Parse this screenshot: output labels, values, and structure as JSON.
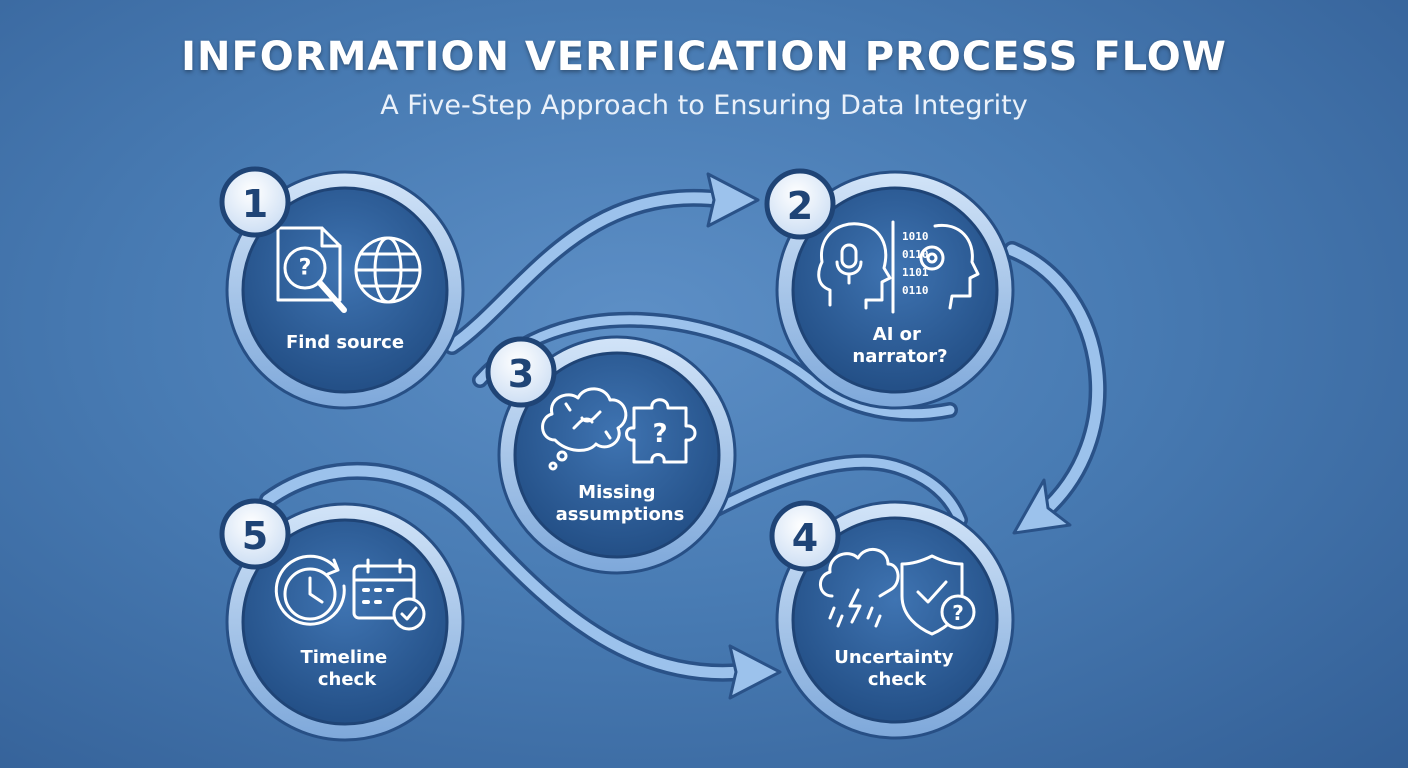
{
  "header": {
    "title": "INFORMATION VERIFICATION PROCESS FLOW",
    "subtitle": "A Five-Step Approach to Ensuring Data Integrity"
  },
  "steps": [
    {
      "number": "1",
      "label_lines": [
        "Find source"
      ],
      "icons": [
        "document-search-icon",
        "globe-icon"
      ]
    },
    {
      "number": "2",
      "label_lines": [
        "AI or",
        "narrator?"
      ],
      "icons": [
        "human-head-microphone-icon",
        "ai-head-binary-icon"
      ]
    },
    {
      "number": "3",
      "label_lines": [
        "Missing",
        "assumptions"
      ],
      "icons": [
        "broken-link-thought-icon",
        "puzzle-question-icon"
      ]
    },
    {
      "number": "4",
      "label_lines": [
        "Uncertainty",
        "check"
      ],
      "icons": [
        "storm-cloud-icon",
        "shield-question-icon"
      ]
    },
    {
      "number": "5",
      "label_lines": [
        "Timeline",
        "check"
      ],
      "icons": [
        "clock-history-icon",
        "calendar-check-icon"
      ]
    }
  ],
  "icon_glyphs": {
    "binary_rows": [
      "1010",
      "0110",
      "1101",
      "0110"
    ],
    "question": "?"
  },
  "colors": {
    "background": "#487bb3",
    "circle_fill": "#2e5e98",
    "ring": "#a9c9ee",
    "arrow": "#8db7e8",
    "arrow_outline": "#2a5288",
    "badge_text": "#1f4476"
  }
}
